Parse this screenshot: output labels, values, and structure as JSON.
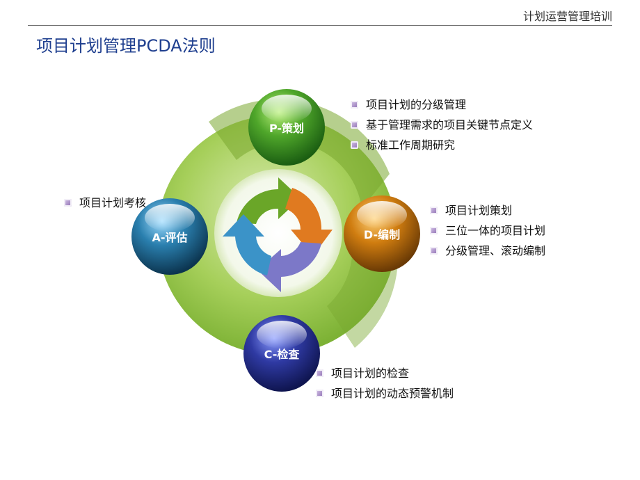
{
  "header": {
    "title": "计划运营管理培训"
  },
  "slide": {
    "title": "项目计划管理PCDA法则"
  },
  "nodes": {
    "plan": {
      "label": "P-策划",
      "color": "#2f8e1e"
    },
    "do": {
      "label": "D-编制",
      "color": "#b86a0a"
    },
    "check": {
      "label": "C-检查",
      "color": "#202a7a"
    },
    "assess": {
      "label": "A-评估",
      "color": "#1f5f86"
    }
  },
  "bullets": {
    "plan": [
      "项目计划的分级管理",
      "基于管理需求的项目关键节点定义",
      "标准工作周期研究"
    ],
    "do": [
      "项目计划策划",
      "三位一体的项目计划",
      "分级管理、滚动编制"
    ],
    "check": [
      "项目计划的检查",
      "项目计划的动态预警机制"
    ],
    "assess": [
      "项目计划考核"
    ]
  },
  "colors": {
    "ring_outer": "#8bbd3c",
    "ring_light": "#c8e08e",
    "arrow_green": "#6aa628",
    "arrow_orange": "#e07a20",
    "arrow_purple": "#7c78c8",
    "arrow_blue": "#3b93c8",
    "bullet_marker": "#8b6bb0"
  }
}
